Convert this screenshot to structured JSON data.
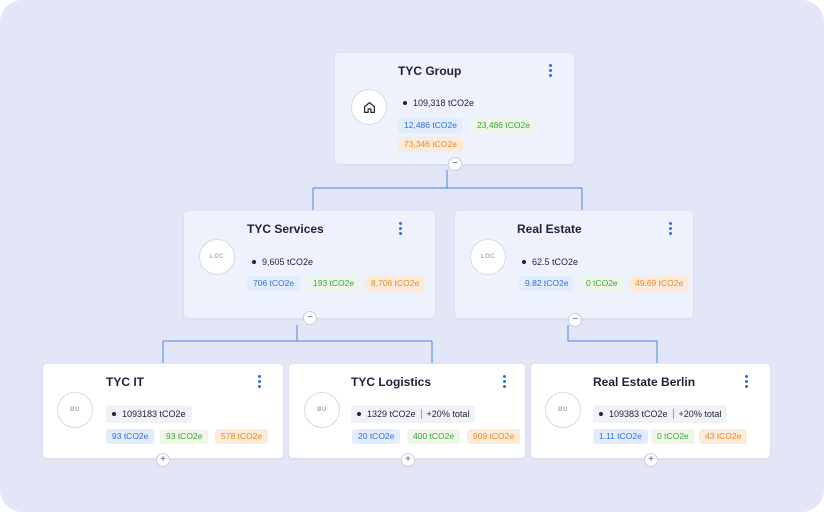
{
  "org_tree": {
    "root": {
      "title": "TYC Group",
      "avatar_icon": "home-icon",
      "total": "109,318 tCO2e",
      "scope1": "12,486 tCO2e",
      "scope2": "23,486 tCO2e",
      "scope3": "73,346 tCO2e",
      "toggle": "−"
    },
    "services": {
      "title": "TYC Services",
      "avatar": "LOC",
      "total": "9,605 tCO2e",
      "scope1": "706 tCO2e",
      "scope2": "193 tCO2e",
      "scope3": "8,706 tCO2e",
      "toggle": "−"
    },
    "realestate": {
      "title": "Real Estate",
      "avatar": "LOC",
      "total": "62.5 tCO2e",
      "scope1": "9.82 tCO2e",
      "scope2": "0 tCO2e",
      "scope3": "49.69 tCO2e",
      "toggle": "−"
    },
    "it": {
      "title": "TYC IT",
      "avatar": "BU",
      "total": "1093183 tCO2e",
      "scope1": "93 tCO2e",
      "scope2": "93 tCO2e",
      "scope3": "578 tCO2e",
      "toggle": "+"
    },
    "logistics": {
      "title": "TYC Logistics",
      "avatar": "BU",
      "total": "1329 tCO2e",
      "change": "+20% total",
      "scope1": "20 tCO2e",
      "scope2": "400 tCO2e",
      "scope3": "909 tCO2e",
      "toggle": "+"
    },
    "berlin": {
      "title": "Real Estate Berlin",
      "avatar": "BU",
      "total": "109383 tCO2e",
      "change": "+20% total",
      "scope1": "1.11 tCO2e",
      "scope2": "0 tCO2e",
      "scope3": "43 tCO2e",
      "toggle": "+"
    }
  },
  "colors": {
    "background": "#e2e6f6",
    "card": "#eef2fd",
    "connector": "#4b82e8",
    "accent_blue": "#2f6ee0",
    "accent_green": "#3aa535",
    "accent_orange": "#e8892c"
  }
}
